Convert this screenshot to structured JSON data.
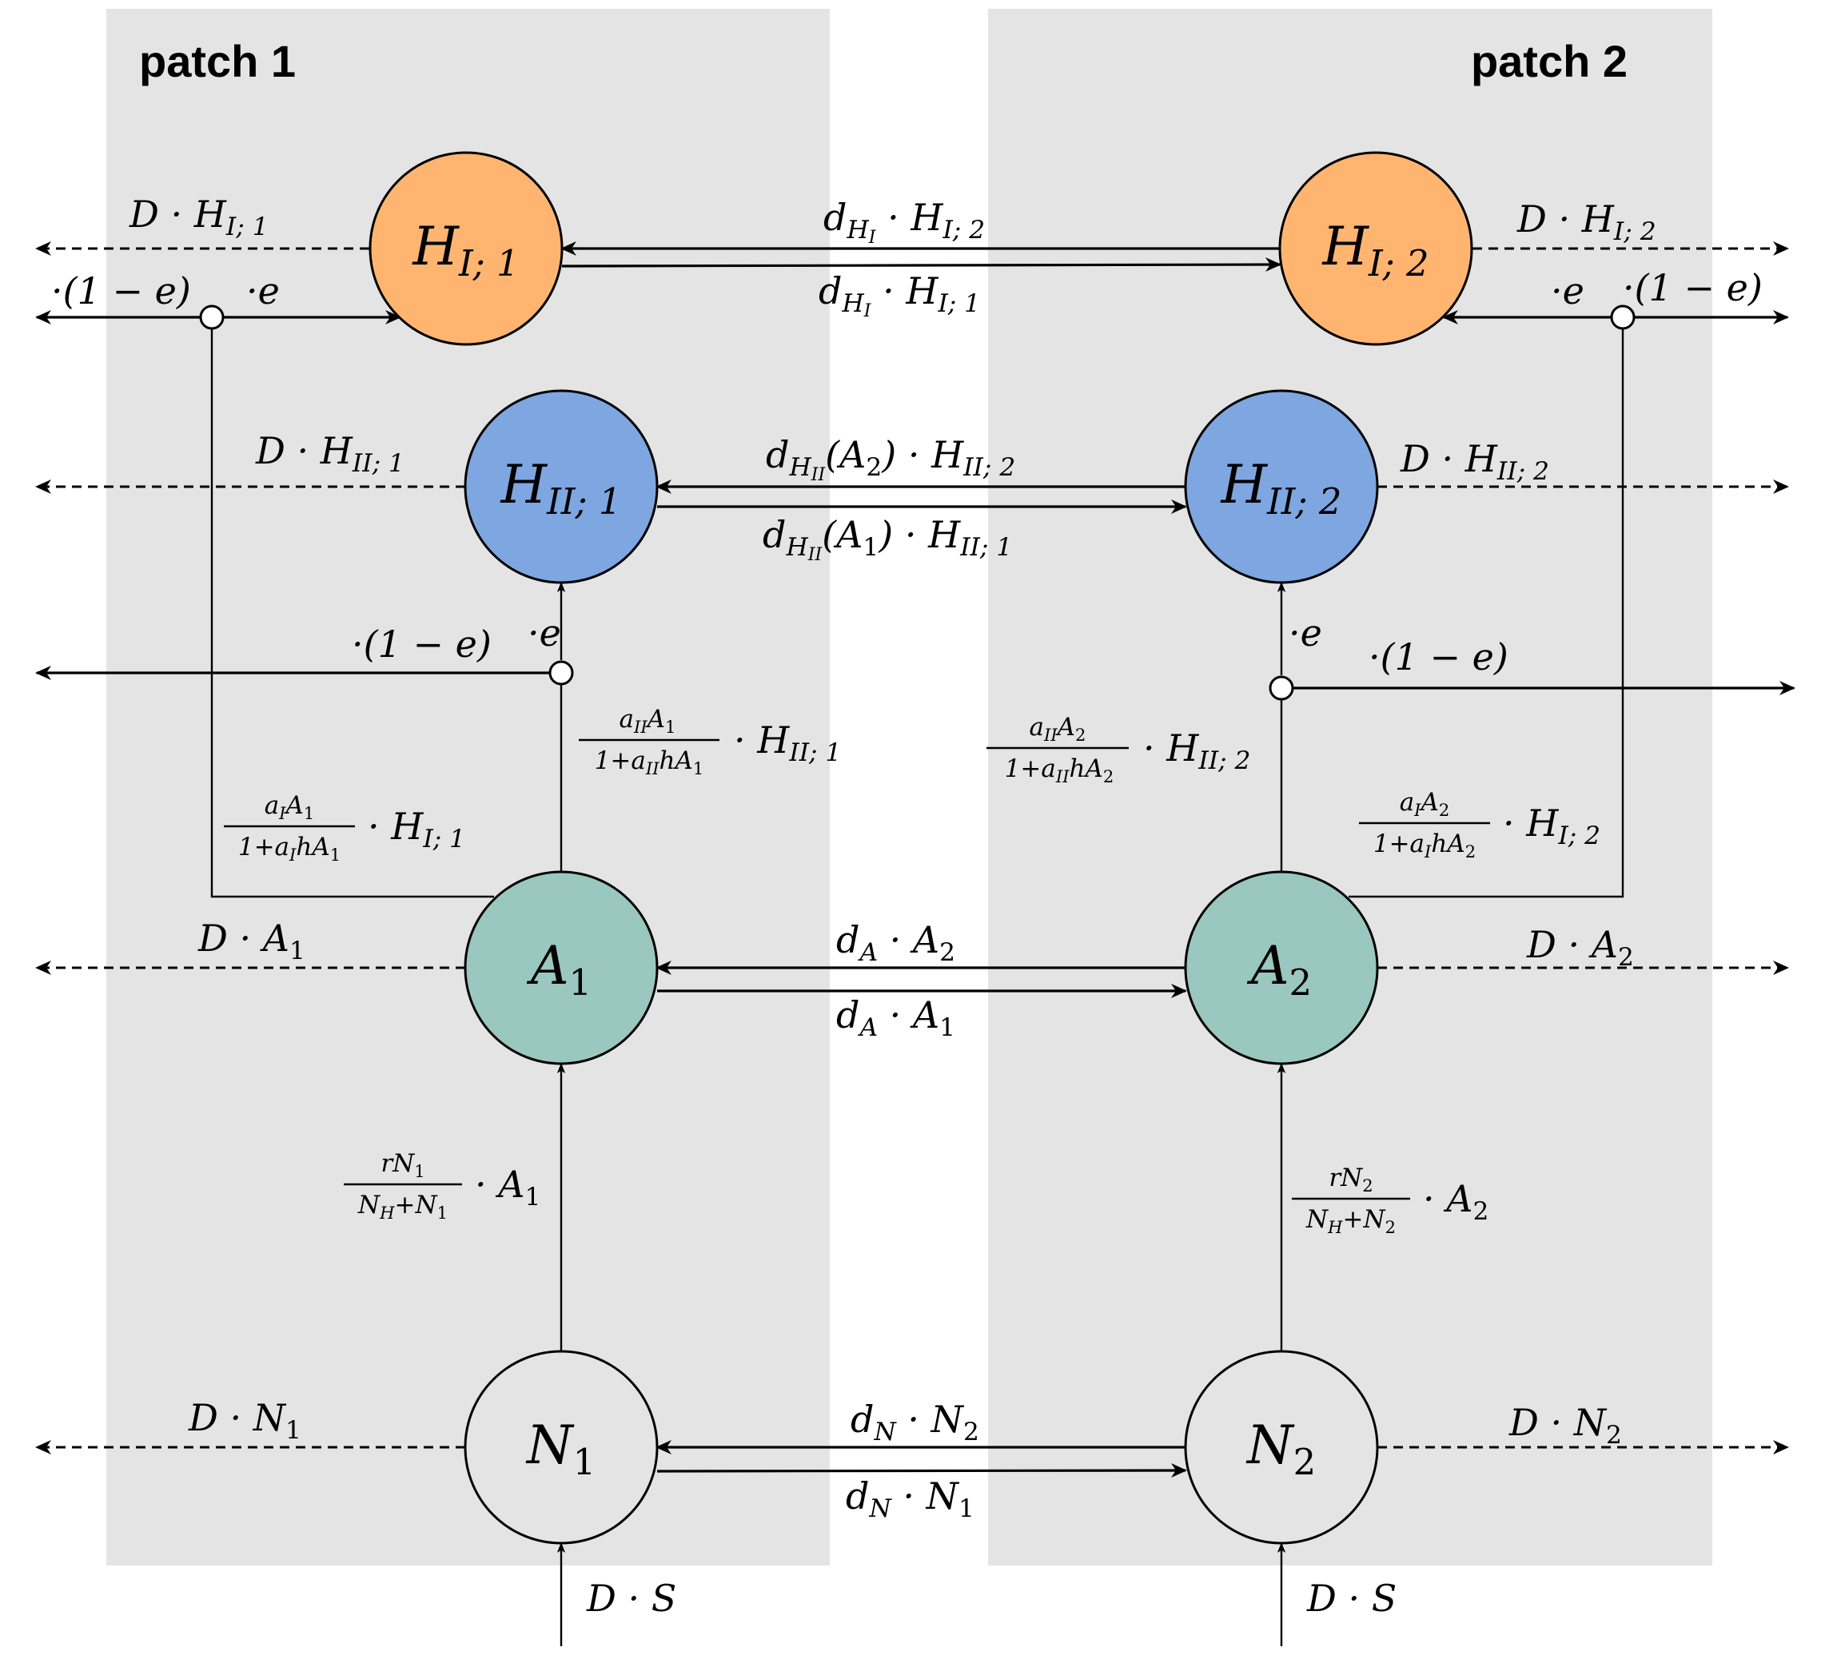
{
  "patches": [
    {
      "id": "patch1",
      "title": "patch 1"
    },
    {
      "id": "patch2",
      "title": "patch 2"
    }
  ],
  "colors": {
    "patch_background": "#e4e4e4",
    "herbivore_I": "#ffb570",
    "herbivore_II": "#7ea6e0",
    "autotroph": "#9ac7bf",
    "nutrient": "#e4e4e4",
    "junction": "#ffffff",
    "stroke": "#000000"
  },
  "nodes": {
    "HI1": {
      "base": "H",
      "sub": "I; 1"
    },
    "HI2": {
      "base": "H",
      "sub": "I; 2"
    },
    "HII1": {
      "base": "H",
      "sub": "II; 1"
    },
    "HII2": {
      "base": "H",
      "sub": "II; 2"
    },
    "A1": {
      "base": "A",
      "sub": "1"
    },
    "A2": {
      "base": "A",
      "sub": "2"
    },
    "N1": {
      "base": "N",
      "sub": "1"
    },
    "N2": {
      "base": "N",
      "sub": "2"
    }
  },
  "labels": {
    "loss_HI1": {
      "pre": "D · H",
      "sub": "I; 1"
    },
    "loss_HI2": {
      "pre": "D · H",
      "sub": "I; 2"
    },
    "loss_HII1": {
      "pre": "D · H",
      "sub": "II; 1"
    },
    "loss_HII2": {
      "pre": "D · H",
      "sub": "II; 2"
    },
    "loss_A1": {
      "pre": "D · A",
      "sub": "1"
    },
    "loss_A2": {
      "pre": "D · A",
      "sub": "2"
    },
    "loss_N1": {
      "pre": "D · N",
      "sub": "1"
    },
    "loss_N2": {
      "pre": "D · N",
      "sub": "2"
    },
    "supply_1": "D · S",
    "supply_2": "D · S",
    "disp_HI_21": {
      "pre": "d",
      "presub": "H",
      "presubsub": "I",
      "mid": " · H",
      "sub": "I; 2"
    },
    "disp_HI_12": {
      "pre": "d",
      "presub": "H",
      "presubsub": "I",
      "mid": " · H",
      "sub": "I; 1"
    },
    "disp_HII_21": {
      "pre": "d",
      "presub": "H",
      "presubsub": "II",
      "mid": "(A",
      "midsub": "2",
      "post": ") · H",
      "sub": "II; 2"
    },
    "disp_HII_12": {
      "pre": "d",
      "presub": "H",
      "presubsub": "II",
      "mid": "(A",
      "midsub": "1",
      "post": ") · H",
      "sub": "II; 1"
    },
    "disp_A_21": {
      "pre": "d",
      "presub": "A",
      "mid": " · A",
      "sub": "2"
    },
    "disp_A_12": {
      "pre": "d",
      "presub": "A",
      "mid": " · A",
      "sub": "1"
    },
    "disp_N_21": {
      "pre": "d",
      "presub": "N",
      "mid": " · N",
      "sub": "2"
    },
    "disp_N_12": {
      "pre": "d",
      "presub": "N",
      "mid": " · N",
      "sub": "1"
    },
    "eff_e": "·e",
    "eff_1me": "·(1 − e)",
    "grazing_I1": {
      "num": "a",
      "num_sub": "I",
      "num_rest": "A",
      "num_rest_sub": "1",
      "den": "1+a",
      "den_sub": "I",
      "den_rest": "hA",
      "den_rest_sub": "1",
      "tail": " · H",
      "tail_sub": "I; 1"
    },
    "grazing_I2": {
      "num": "a",
      "num_sub": "I",
      "num_rest": "A",
      "num_rest_sub": "2",
      "den": "1+a",
      "den_sub": "I",
      "den_rest": "hA",
      "den_rest_sub": "2",
      "tail": " · H",
      "tail_sub": "I; 2"
    },
    "grazing_II1": {
      "num": "a",
      "num_sub": "II",
      "num_rest": "A",
      "num_rest_sub": "1",
      "den": "1+a",
      "den_sub": "II",
      "den_rest": "hA",
      "den_rest_sub": "1",
      "tail": " · H",
      "tail_sub": "II; 1"
    },
    "grazing_II2": {
      "num": "a",
      "num_sub": "II",
      "num_rest": "A",
      "num_rest_sub": "2",
      "den": "1+a",
      "den_sub": "II",
      "den_rest": "hA",
      "den_rest_sub": "2",
      "tail": " · H",
      "tail_sub": "II; 2"
    },
    "growth_1": {
      "num": "rN",
      "num_sub": "1",
      "den": "N",
      "den_sub": "H",
      "den_rest": "+N",
      "den_rest_sub": "1",
      "tail": " · A",
      "tail_sub": "1"
    },
    "growth_2": {
      "num": "rN",
      "num_sub": "2",
      "den": "N",
      "den_sub": "H",
      "den_rest": "+N",
      "den_rest_sub": "2",
      "tail": " · A",
      "tail_sub": "2"
    }
  }
}
